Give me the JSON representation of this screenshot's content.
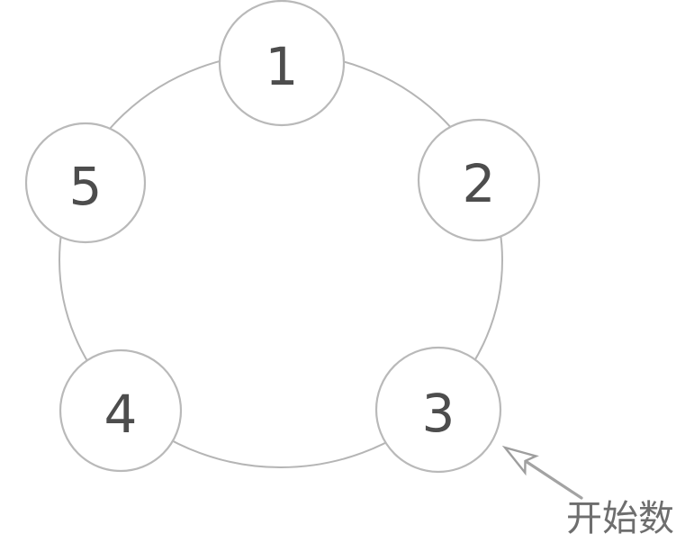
{
  "figure": {
    "description_colors": {
      "background": "#ffffff",
      "ring_stroke": "#b5b5b5",
      "node_fill": "#ffffff",
      "node_border": "#b9b9b9",
      "number_color": "#4d4d4d",
      "arrow_color": "#9e9e9e",
      "annotation_color": "#6e6e6e"
    },
    "nodes": [
      {
        "label": "1"
      },
      {
        "label": "2"
      },
      {
        "label": "3"
      },
      {
        "label": "4"
      },
      {
        "label": "5"
      }
    ],
    "annotation": {
      "text": "开始数"
    }
  }
}
